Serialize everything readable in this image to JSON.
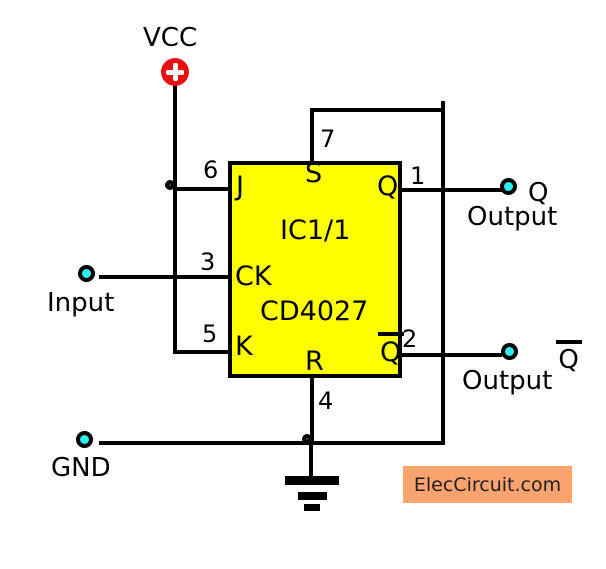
{
  "colors": {
    "background": "#ffffff",
    "wire": "#000000",
    "ic_fill": "#ffff00",
    "ic_border": "#000000",
    "terminal_fill": "#2defef",
    "terminal_border": "#000000",
    "vcc_fill": "#e81111",
    "vcc_cross": "#ffffff",
    "junction_fill": "#8a3a12",
    "watermark_bg": "#f9a36e",
    "text": "#000000"
  },
  "power": {
    "label": "VCC"
  },
  "ic": {
    "designator": "IC1/1",
    "part_number": "CD4027",
    "pin_labels": {
      "j": "J",
      "s": "S",
      "q": "Q",
      "ck": "CK",
      "k": "K",
      "r": "R",
      "qbar": "Q"
    },
    "pin_numbers": {
      "j": "6",
      "s": "7",
      "q": "1",
      "ck": "3",
      "k": "5",
      "r": "4",
      "qbar": "2"
    }
  },
  "terminals": {
    "input": "Input",
    "gnd": "GND",
    "q_label": "Q",
    "q_sub": "Output",
    "qbar_label": "Q",
    "qbar_sub": "Output"
  },
  "watermark": "ElecCircuit.com"
}
